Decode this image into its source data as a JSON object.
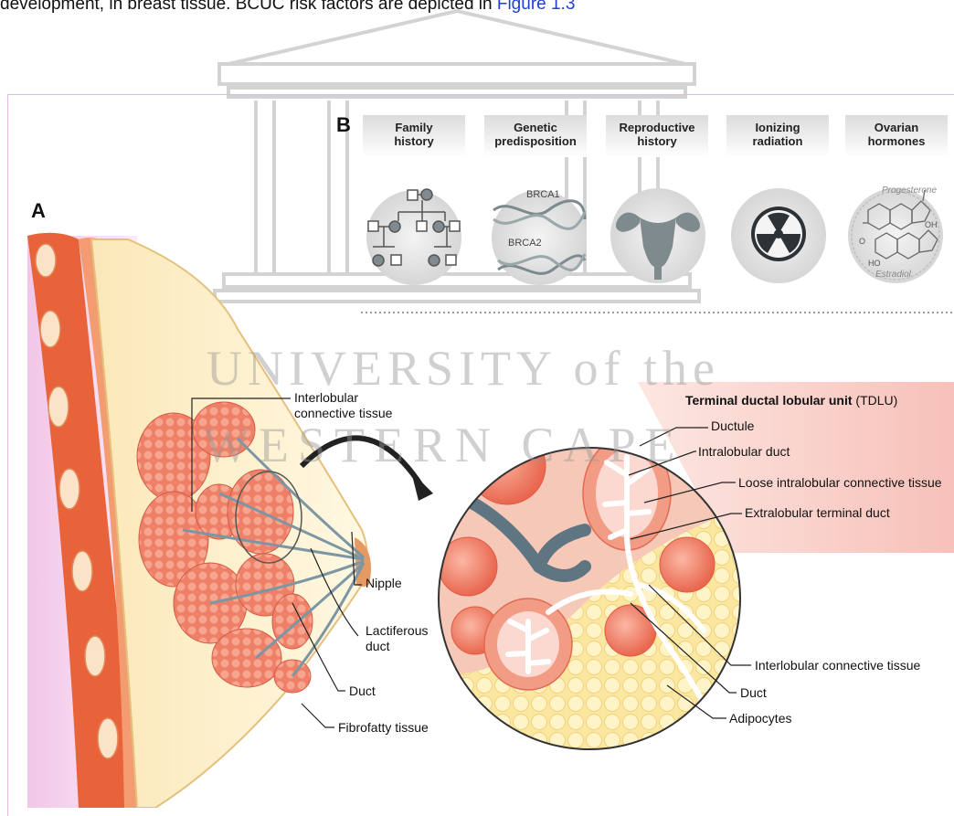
{
  "header": {
    "text_prefix": "development, in breast tissue. BCUC risk factors are depicted in ",
    "link": "Figure 1.3"
  },
  "panels": {
    "a": "A",
    "b": "B"
  },
  "risk_factors": [
    {
      "label_line1": "Family",
      "label_line2": "history",
      "icon": "pedigree-icon"
    },
    {
      "label_line1": "Genetic",
      "label_line2": "predisposition",
      "icon": "dna-icon"
    },
    {
      "label_line1": "Reproductive",
      "label_line2": "history",
      "icon": "uterus-icon"
    },
    {
      "label_line1": "Ionizing",
      "label_line2": "radiation",
      "icon": "radiation-icon"
    },
    {
      "label_line1": "Ovarian",
      "label_line2": "hormones",
      "icon": "steroid-molecule-icon"
    }
  ],
  "genes": {
    "brca1": "BRCA1",
    "brca2": "BRCA2"
  },
  "molecules": {
    "progesterone": "Progesterone",
    "estradiol": "Estradiol",
    "oh": "OH",
    "ho": "HO",
    "o": "O"
  },
  "breast_labels": {
    "interlobular_line1": "Interlobular",
    "interlobular_line2": "connective tissue",
    "nipple": "Nipple",
    "lactiferous_line1": "Lactiferous",
    "lactiferous_line2": "duct",
    "duct": "Duct",
    "fibrofatty": "Fibrofatty tissue"
  },
  "tdlu": {
    "title_bold": "Terminal ductal lobular unit",
    "title_rest": " (TDLU)",
    "labels": {
      "ductule": "Ductule",
      "intralobular_duct": "Intralobular duct",
      "loose_tissue": "Loose intralobular connective tissue",
      "extralobular": "Extralobular terminal duct",
      "interlobular": "Interlobular connective tissue",
      "duct": "Duct",
      "adipocytes": "Adipocytes"
    }
  },
  "watermark": {
    "line1": "UNIVERSITY of the",
    "line2": "WESTERN CAPE"
  },
  "colors": {
    "lobule": "#f08a72",
    "duct": "#6d8a99",
    "fat": "#fbe9a8",
    "skin_muscle": "#e8623a",
    "bg_pink": "#f7c6c0"
  }
}
